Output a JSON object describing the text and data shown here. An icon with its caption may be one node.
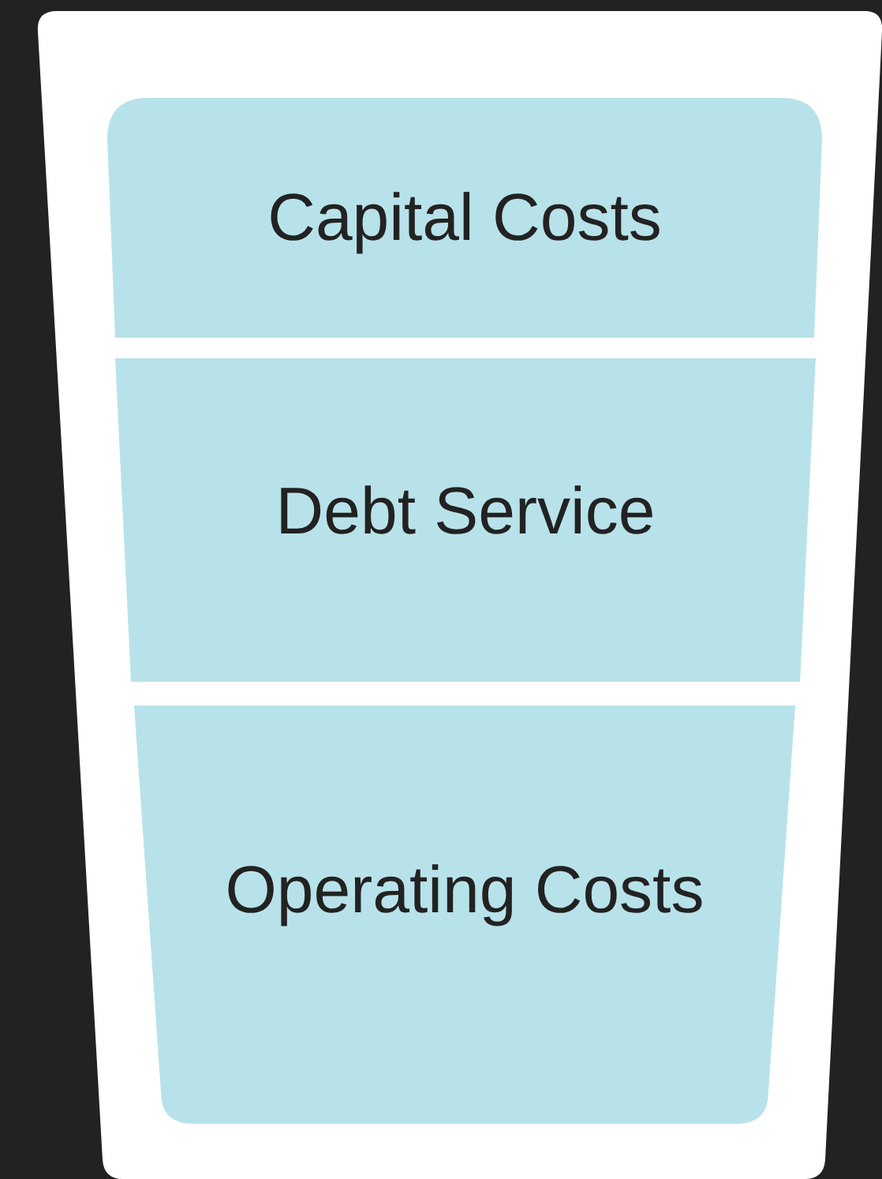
{
  "diagram": {
    "nodes": [
      {
        "text": [
          "Capital Costs"
        ]
      },
      {
        "text": [
          "Debt Service"
        ]
      },
      {
        "text": [
          "Operating Costs"
        ]
      }
    ]
  }
}
